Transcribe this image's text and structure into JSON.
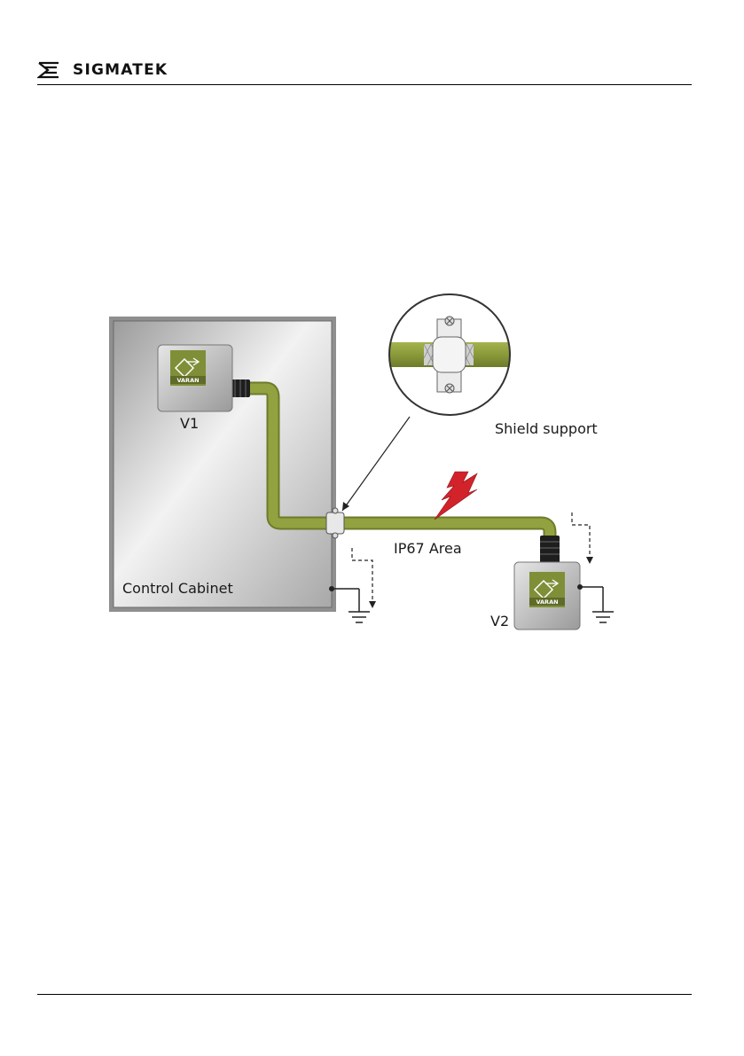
{
  "header": {
    "brand": "SIGMATEK",
    "logo_icon": "sigmatek-logo-icon"
  },
  "figure": {
    "labels": {
      "v1": "V1",
      "v2": "V2",
      "shield_support": "Shield support",
      "ip67_area": "IP67 Area",
      "control_cabinet": "Control Cabinet"
    },
    "module_badge": "VARAN",
    "colors": {
      "cable": "#8a9a3a",
      "cable_dark": "#6f7d2c",
      "cabinet_frame": "#a9a9a9",
      "lightning": "#d2232a",
      "module_logo_bg": "#7f8f38"
    },
    "icons": [
      "lightning-bolt-icon",
      "ground-symbol-icon",
      "varan-logo-icon",
      "shield-clamp-icon"
    ]
  }
}
